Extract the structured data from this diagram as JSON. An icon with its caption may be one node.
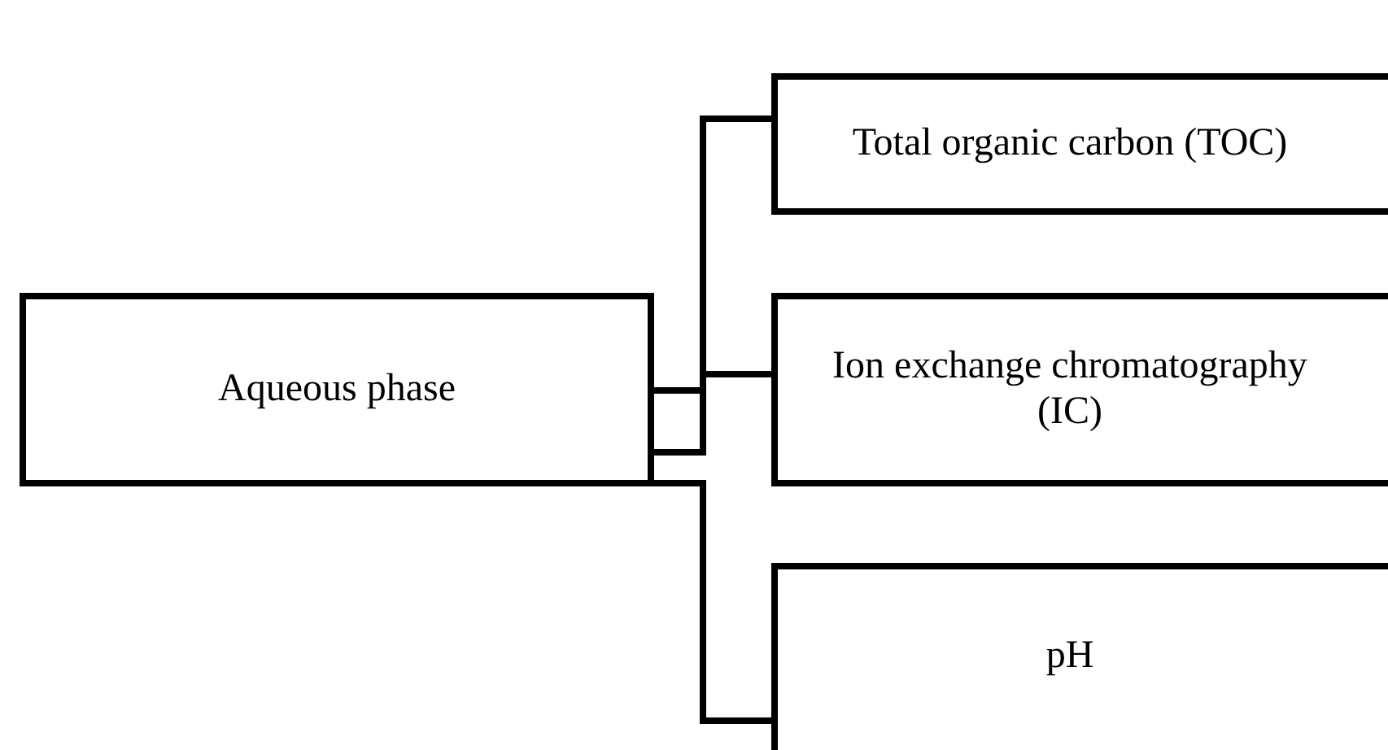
{
  "diagram": {
    "nodes": [
      {
        "text": [
          "Aqueous phase"
        ]
      },
      {
        "text": [
          "Total organic carbon (TOC)"
        ]
      },
      {
        "text": [
          "Ion exchange chromatography (IC)"
        ]
      },
      {
        "text": [
          "pH"
        ]
      }
    ],
    "edges": [
      {
        "from": 0,
        "to": 1,
        "arrow": "none"
      },
      {
        "from": 0,
        "to": 2,
        "arrow": "none"
      },
      {
        "from": 0,
        "to": 3,
        "arrow": "none"
      }
    ]
  }
}
